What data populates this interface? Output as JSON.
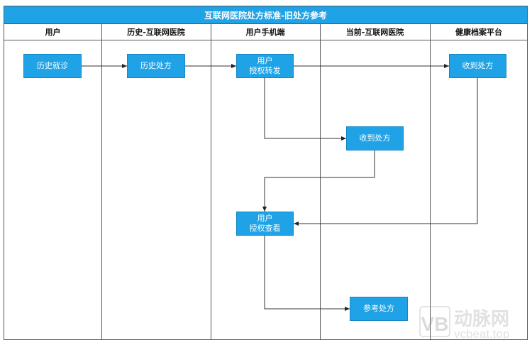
{
  "title": "互联网医院处方标准-旧处方参考",
  "lanes": [
    {
      "label": "用户"
    },
    {
      "label": "历史-互联网医院"
    },
    {
      "label": "用户手机端"
    },
    {
      "label": "当前-互联网医院"
    },
    {
      "label": "健康档案平台"
    }
  ],
  "nodes": {
    "history_visit": "历史就诊",
    "history_rx": "历史处方",
    "auth_forward": "用户\n授权转发",
    "platform_receive": "收到处方",
    "current_receive": "收到处方",
    "auth_view": "用户\n授权查看",
    "reference_rx": "参考处方"
  },
  "colors": {
    "node_fill": "#1fa3e6",
    "title_fill": "#1fa3e6",
    "line": "#333333"
  },
  "watermark": {
    "logo": "VB",
    "brand": "动脉网",
    "site": "vcbeat.top"
  }
}
